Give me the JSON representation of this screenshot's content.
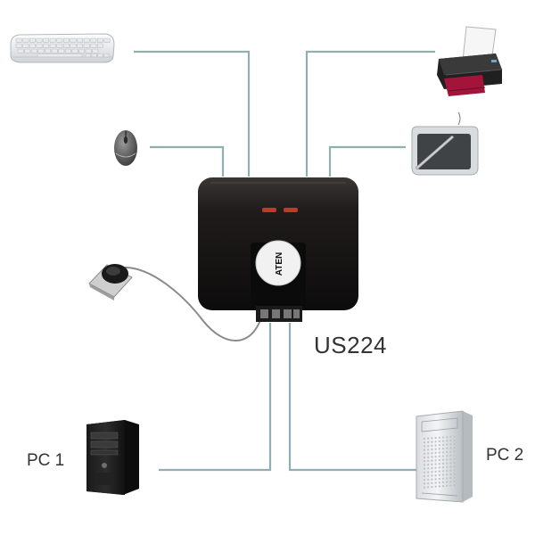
{
  "device": {
    "model": "US224",
    "brand": "ATEN"
  },
  "computers": {
    "pc1": "PC 1",
    "pc2": "PC 2"
  },
  "peripherals": [
    "keyboard-icon",
    "mouse-icon",
    "printer-icon",
    "drawing-tablet-icon",
    "remote-switch-icon"
  ],
  "colors": {
    "cable": "#93aeb0",
    "device_body": "#1c1a19",
    "device_led": "#c0392b",
    "printer_paper": "#a3143a"
  }
}
